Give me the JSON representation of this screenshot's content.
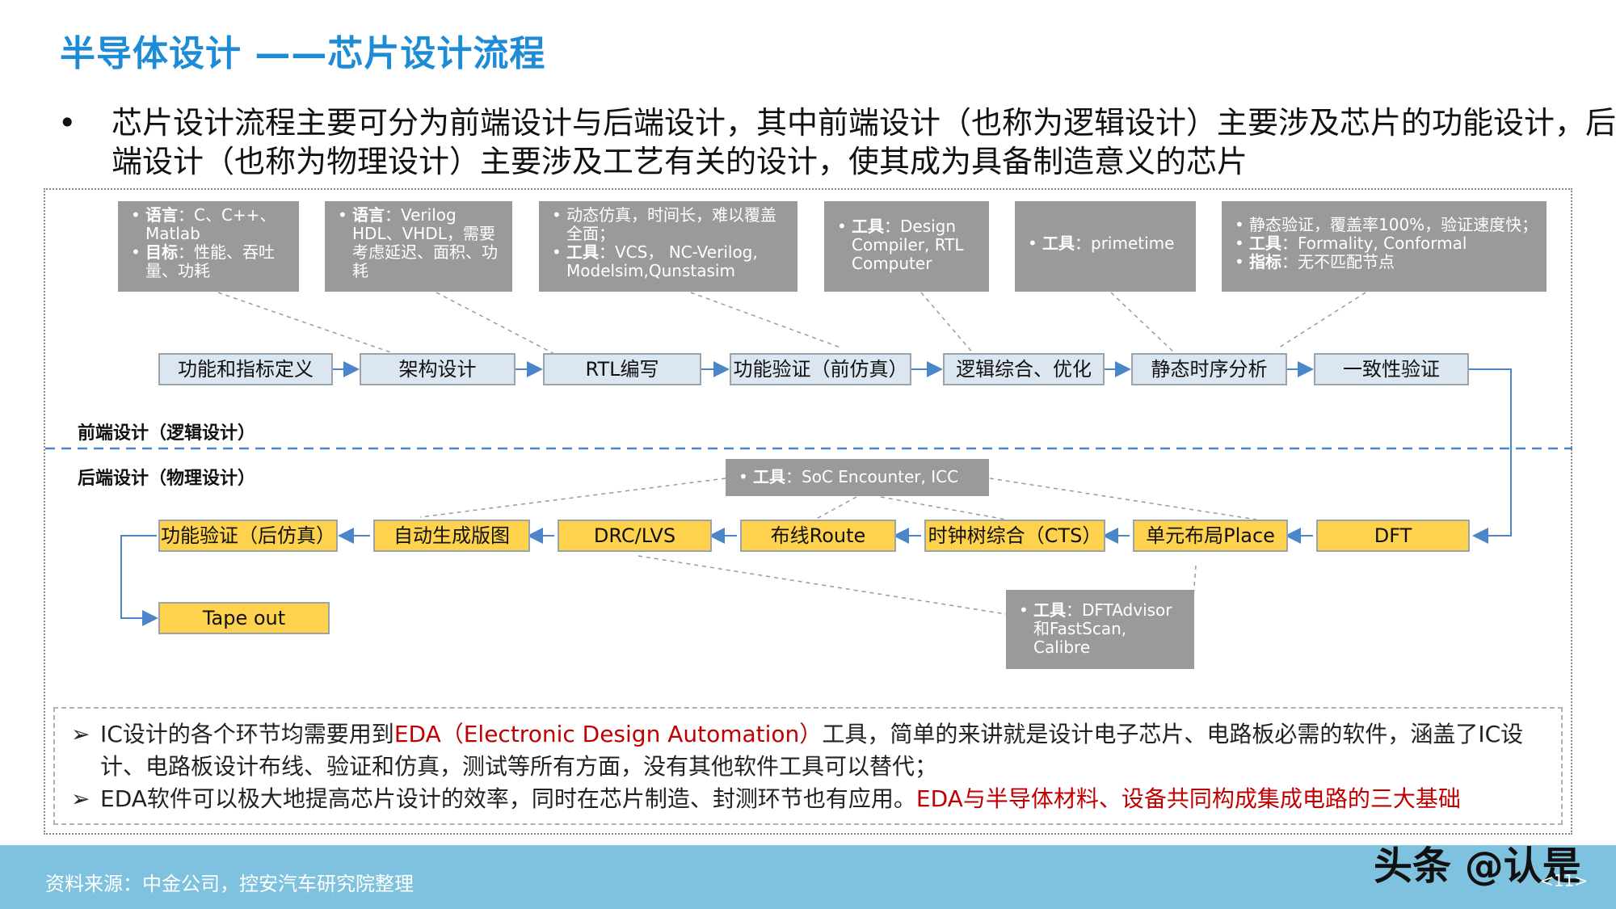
{
  "title": "半导体设计 ——芯片设计流程",
  "intro": {
    "bullet": "•",
    "text": "芯片设计流程主要可分为前端设计与后端设计，其中前端设计（也称为逻辑设计）主要涉及芯片的功能设计，后端设计（也称为物理设计）主要涉及工艺有关的设计，使其成为具备制造意义的芯片"
  },
  "frontend_label": "前端设计（逻辑设计）",
  "backend_label": "后端设计（物理设计）",
  "front_steps": [
    "功能和指标定义",
    "架构设计",
    "RTL编写",
    "功能验证（前仿真）",
    "逻辑综合、优化",
    "静态时序分析",
    "一致性验证"
  ],
  "back_steps": [
    "DFT",
    "单元布局Place",
    "时钟树综合（CTS）",
    "布线Route",
    "DRC/LVS",
    "自动生成版图",
    "功能验证（后仿真）",
    "Tape out"
  ],
  "notes_top": {
    "n1": {
      "k1": "语言",
      "v1": "：C、C++、Matlab",
      "k2": "目标",
      "v2": "：性能、吞吐量、功耗"
    },
    "n2": {
      "k1": "语言",
      "v1": "：Verilog HDL、VHDL，需要考虑延迟、面积、功耗"
    },
    "n3": {
      "v0": "动态仿真，时间长，难以覆盖全面；",
      "k1": "工具",
      "v1": "：VCS， NC-Verilog, Modelsim,Qunstasim"
    },
    "n4": {
      "k1": "工具",
      "v1": "：Design Compiler, RTL Computer"
    },
    "n5": {
      "k1": "工具",
      "v1": "：primetime"
    },
    "n6": {
      "v0": "静态验证，覆盖率100%，验证速度快；",
      "k1": "工具",
      "v1": "：Formality, Conformal",
      "k2": "指标",
      "v2": "：无不匹配节点"
    }
  },
  "notes_back": {
    "soc": {
      "k1": "工具",
      "v1": "：SoC Encounter, ICC"
    },
    "dft": {
      "k1": "工具",
      "v1": "：DFTAdvisor和FastScan, Calibre"
    }
  },
  "bottom_note": {
    "mark": "➢",
    "line1_pre": "IC设计的各个环节均需要用到",
    "line1_red": "EDA（Electronic Design Automation）",
    "line1_post": "工具，简单的来讲就是设计电子芯片、电路板必需的软件，涵盖了IC设计、电路板设计布线、验证和仿真，测试等所有方面，没有其他软件工具可以替代；",
    "line2_pre": "EDA软件可以极大地提高芯片设计的效率，同时在芯片制造、封测环节也有应用。",
    "line2_red": "EDA与半导体材料、设备共同构成集成电路的三大基础"
  },
  "footer": {
    "source": "资料来源：中金公司，控安汽车研究院整理",
    "watermark": "头条 @认是",
    "page": "<11>"
  },
  "colors": {
    "title": "#1e8bd6",
    "blue_node": "#dce6f1",
    "yellow_node": "#ffd24d",
    "note_box": "#9a9a9a",
    "arrow": "#4a86c8",
    "footer": "#7fc2e0",
    "red": "#c00000"
  }
}
